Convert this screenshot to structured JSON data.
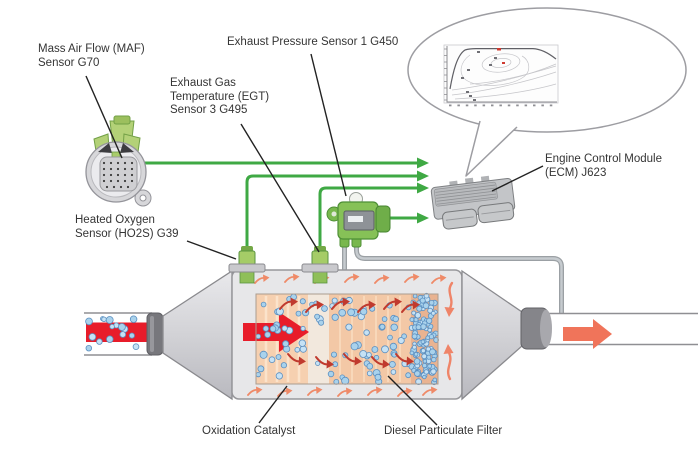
{
  "diagram": {
    "description": "Diesel exhaust aftertreatment system schematic with sensors wired to engine control module",
    "labels": {
      "maf": [
        "Mass Air Flow (MAF)",
        "Sensor G70"
      ],
      "exhaust_pressure": [
        "Exhaust Pressure Sensor 1 G450"
      ],
      "egt": [
        "Exhaust Gas",
        "Temperature (EGT)",
        "Sensor 3 G495"
      ],
      "ho2s": [
        "Heated Oxygen",
        "Sensor (HO2S) G39"
      ],
      "ecm": [
        "Engine Control Module",
        "(ECM) J623"
      ],
      "oxidation_catalyst": [
        "Oxidation Catalyst"
      ],
      "dpf": [
        "Diesel Particulate Filter"
      ]
    },
    "colors": {
      "signal_wire_green": "#3fa944",
      "sensor_body_green": "#a5cc67",
      "exhaust_flow_red": "#e81c2a",
      "soot_particle_blue": "#a9d2ec",
      "soot_particle_light": "#c6e2f5",
      "soot_particle_outline": "#5b8fc0",
      "heat_flow_salmon": "#ef8a68",
      "regeneration_arrow_red": "#c03a2e",
      "pipe_gray": "#8f8f93",
      "canister_gray": "#e7e7e9",
      "catalyst_peach": "#f6d0b0"
    }
  }
}
